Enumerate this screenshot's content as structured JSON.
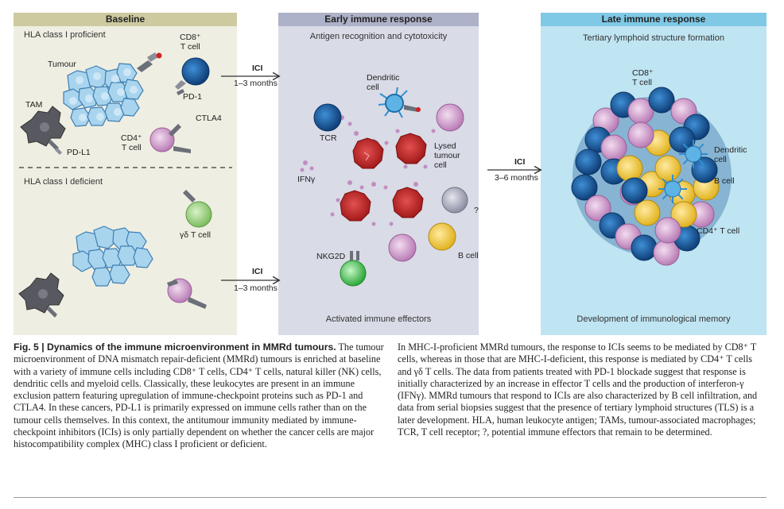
{
  "panels": {
    "baseline": {
      "title": "Baseline",
      "section_top": "HLA class I proficient",
      "section_bottom": "HLA class I deficient",
      "labels": {
        "tumour": "Tumour",
        "tam": "TAM",
        "pdl1": "PD-L1",
        "cd8": "CD8⁺\nT cell",
        "pd1": "PD-1",
        "ctla4": "CTLA4",
        "cd4": "CD4⁺\nT cell",
        "gd": "γδ T cell"
      }
    },
    "early": {
      "title": "Early immune response",
      "subtitle": "Antigen recognition and cytotoxicity",
      "footer": "Activated immune effectors",
      "labels": {
        "dendritic": "Dendritic\ncell",
        "tcr": "TCR",
        "lysed": "Lysed\ntumour\ncell",
        "ifng": "IFNγ",
        "question": "?",
        "nkg2d": "NKG2D",
        "bcell": "B cell"
      }
    },
    "late": {
      "title": "Late immune response",
      "subtitle": "Tertiary lymphoid structure formation",
      "footer": "Development of immunological memory",
      "labels": {
        "cd8": "CD8⁺\nT cell",
        "dendritic": "Dendritic\ncell",
        "bcell": "B cell",
        "cd4": "CD4⁺ T cell"
      }
    }
  },
  "arrows": {
    "a1": {
      "label": "ICI",
      "sub": "1–3 months"
    },
    "a2": {
      "label": "ICI",
      "sub": "1–3 months"
    },
    "a3": {
      "label": "ICI",
      "sub": "3–6 months"
    }
  },
  "caption": {
    "fig_label": "Fig. 5 | Dynamics of the immune microenvironment in MMRd tumours.",
    "left_text": " The tumour microenvironment of DNA mismatch repair-deficient (MMRd) tumours is enriched at baseline with a variety of immune cells including CD8⁺ T cells, CD4⁺ T cells, natural killer (NK) cells, dendritic cells and myeloid cells. Classically, these leukocytes are present in an immune exclusion pattern featuring upregulation of immune-checkpoint proteins such as PD-1 and CTLA4. In these cancers, PD-L1 is primarily expressed on immune cells rather than on the tumour cells themselves. In this context, the antitumour immunity mediated by immune-checkpoint inhibitors (ICIs) is only partially dependent on whether the cancer cells are major histocompatibility complex (MHC) class I proficient or deficient.",
    "right_text": "In MHC-I-proficient MMRd tumours, the response to ICIs seems to be mediated by CD8⁺ T cells, whereas in those that are MHC-I-deficient, this response is mediated by CD4⁺ T cells and γδ T cells. The data from patients treated with PD-1 blockade suggest that response is initially characterized by an increase in effector T cells and the production of interferon-γ (IFNγ). MMRd tumours that respond to ICIs are also characterized by B cell infiltration, and data from serial biopsies suggest that the presence of tertiary lymphoid structures (TLS) is a later development. HLA, human leukocyte antigen; TAMs, tumour-associated macrophages; TCR, T cell receptor; ?, potential immune effectors that remain to be determined."
  },
  "colors": {
    "cd8": "#1f64a8",
    "cd4": "#d9a6d6",
    "gd": "#a6d68a",
    "bcell": "#f4cf4a",
    "tumour": "#a9d4ee",
    "lysed": "#c62828",
    "tam": "#58585e",
    "nk": "#55c05a"
  }
}
